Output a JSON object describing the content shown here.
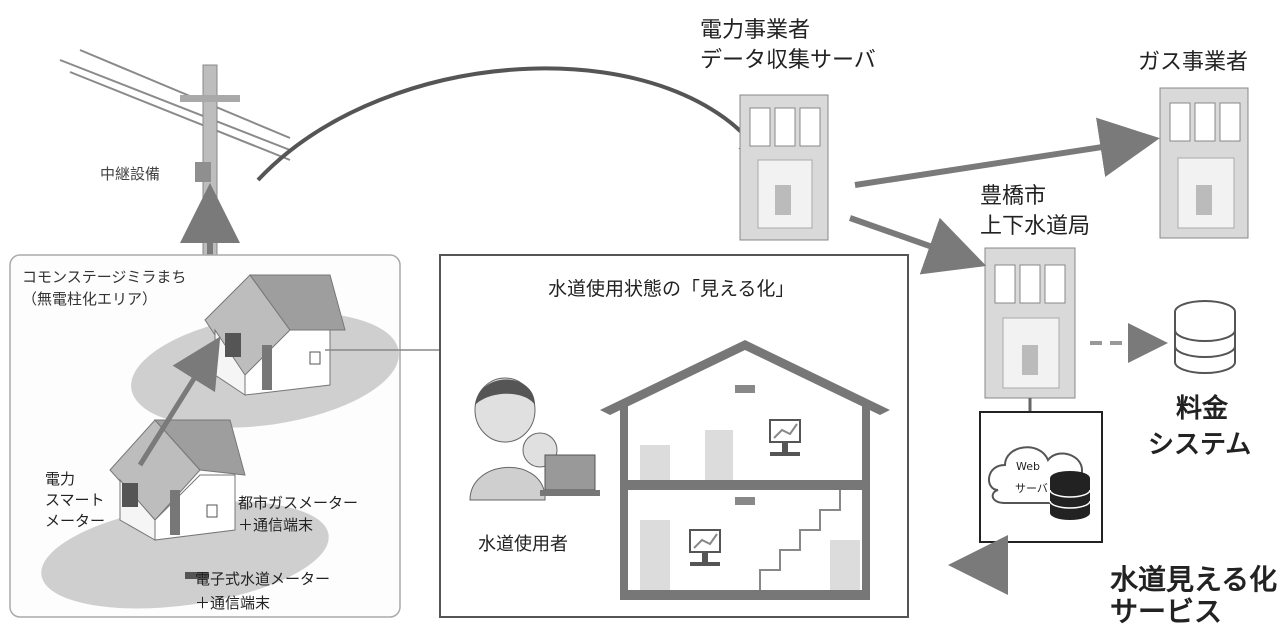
{
  "relay": {
    "label": "中継設備"
  },
  "power_server": {
    "line1": "電力事業者",
    "line2": "データ収集サーバ"
  },
  "gas": {
    "label": "ガス事業者"
  },
  "toyohashi": {
    "line1": "豊橋市",
    "line2": "上下水道局"
  },
  "area": {
    "line1": "コモンステージミラまち",
    "line2": "（無電柱化エリア）"
  },
  "visualization": {
    "title": "水道使用状態の「見える化」",
    "user_label": "水道使用者"
  },
  "house_labels": {
    "power_meter": [
      "電力",
      "スマート",
      "メーター"
    ],
    "gas_meter": [
      "都市ガスメーター",
      "＋通信端末"
    ],
    "water_meter": [
      "電子式水道メーター",
      "＋通信端末"
    ]
  },
  "billing": {
    "line1": "料金",
    "line2": "システム"
  },
  "web_server": {
    "line1": "Web",
    "line2": "サーバ"
  },
  "service": {
    "line1": "水道見える化",
    "line2": "サービス"
  }
}
